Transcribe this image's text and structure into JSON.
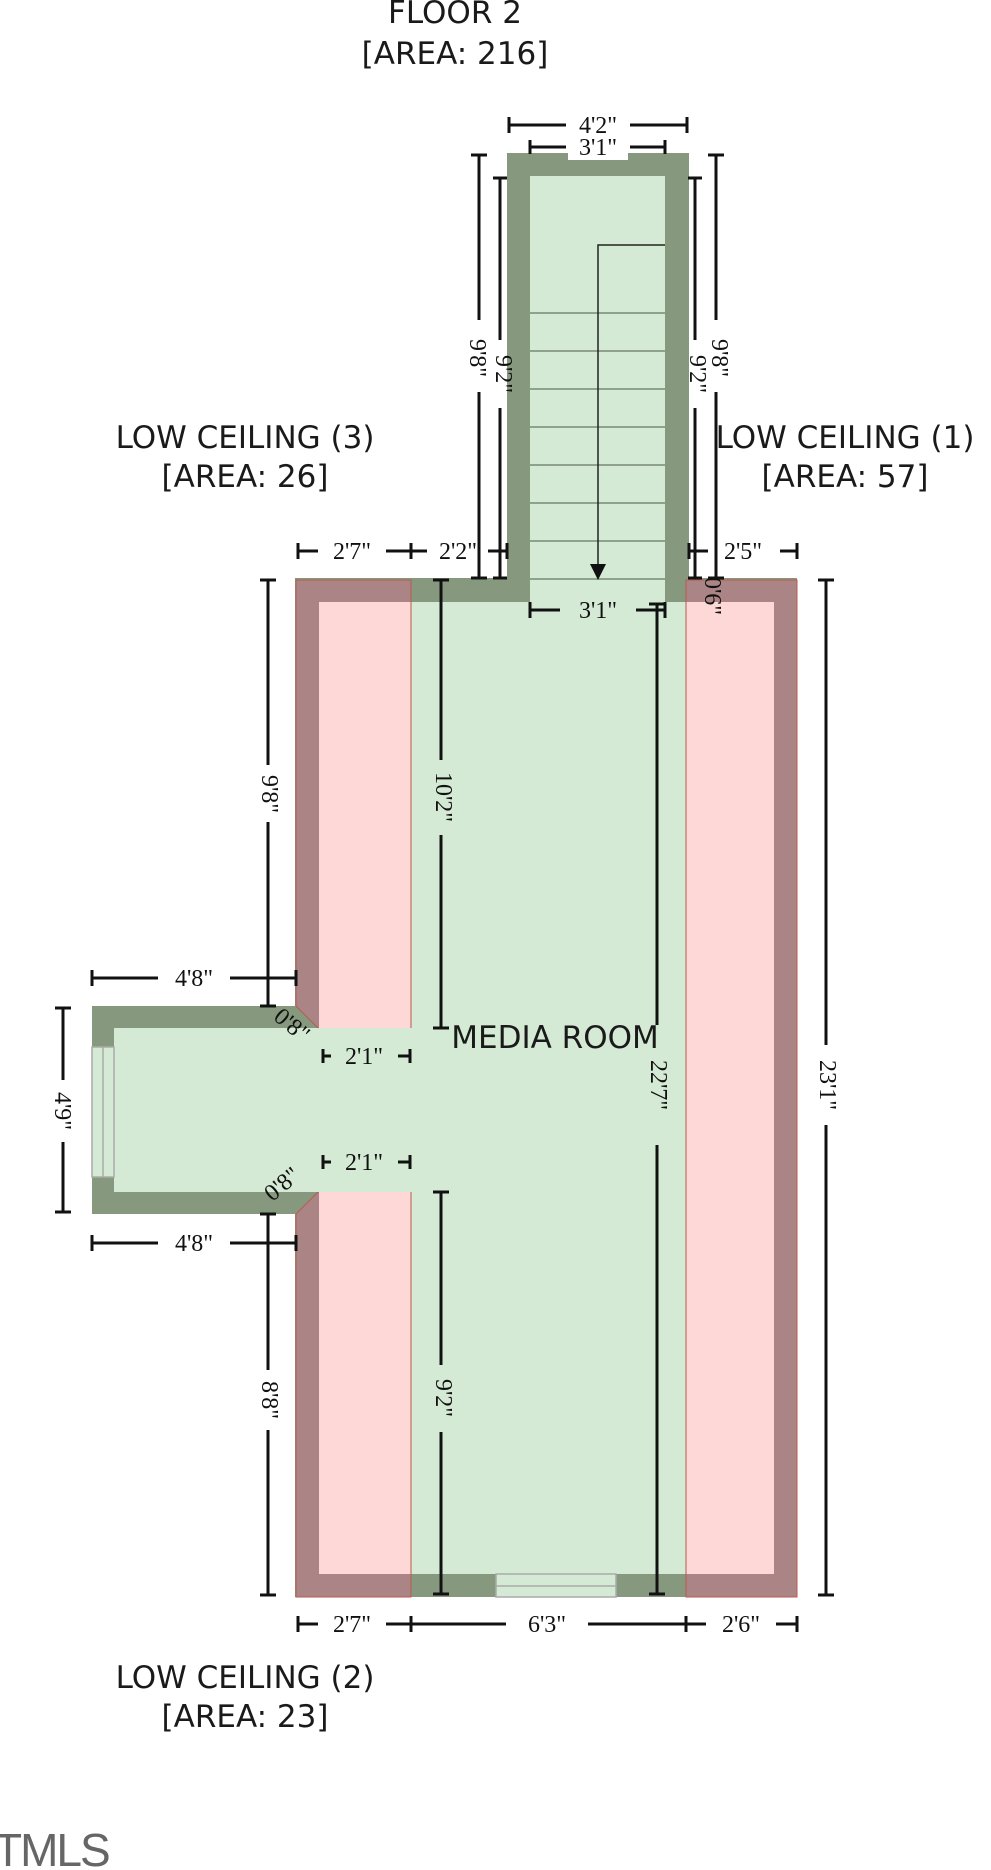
{
  "floor": {
    "title": "FLOOR 2",
    "area": "[AREA: 216]"
  },
  "rooms": {
    "media_room": "MEDIA ROOM",
    "low_ceiling_1": {
      "name": "LOW CEILING (1)",
      "area": "[AREA: 57]"
    },
    "low_ceiling_2": {
      "name": "LOW CEILING (2)",
      "area": "[AREA: 23]"
    },
    "low_ceiling_3": {
      "name": "LOW CEILING (3)",
      "area": "[AREA: 26]"
    }
  },
  "dims": {
    "stair_outer_w": "4'2\"",
    "stair_inner_w": "3'1\"",
    "stair_outer_h_l": "9'8\"",
    "stair_inner_h_l": "9'2\"",
    "stair_inner_h_r": "9'2\"",
    "stair_outer_h_r": "9'8\"",
    "top_left_a": "2'7\"",
    "top_left_b": "2'2\"",
    "top_right": "2'5\"",
    "stair_bottom": "3'1\"",
    "small_r": "0'6\"",
    "left_upper_h": "9'8\"",
    "inner_upper_h": "10'2\"",
    "overall_inner_h": "22'7\"",
    "overall_outer_h": "23'1\"",
    "bay_w_top": "4'8\"",
    "bay_w_bottom": "4'8\"",
    "bay_h": "4'9\"",
    "chamfer_top": "0'8\"",
    "chamfer_bottom": "0'8\"",
    "bay_inner_top": "2'1\"",
    "bay_inner_bottom": "2'1\"",
    "left_lower_h": "8'8\"",
    "inner_lower_h": "9'2\"",
    "bottom_a": "2'7\"",
    "bottom_b": "6'3\"",
    "bottom_c": "2'6\""
  },
  "watermark": "TMLS",
  "colors": {
    "room_fill": "#d5ead5",
    "wall_green": "#86997e",
    "low_ceiling_fill": "#fdd8d6",
    "wall_red": "#ab8585"
  }
}
